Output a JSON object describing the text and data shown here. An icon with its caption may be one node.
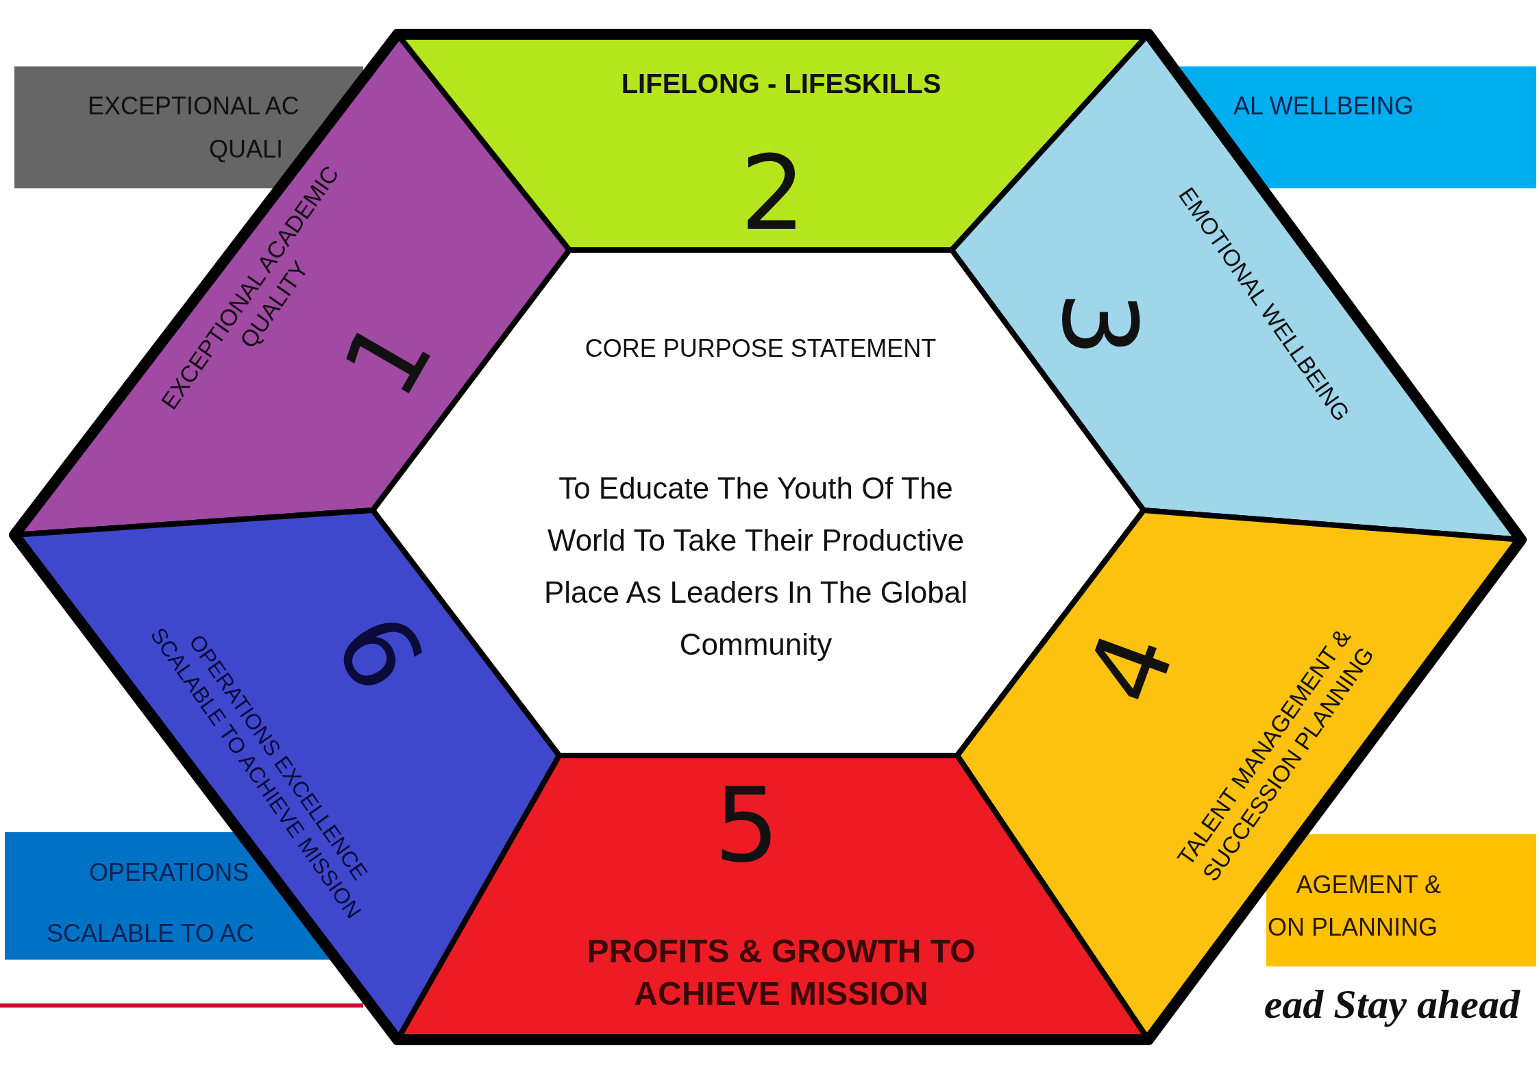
{
  "diagram": {
    "nodes": [
      {
        "text": [
          "EXCEPTIONAL AC",
          "QUALI"
        ]
      },
      {
        "text": [
          "AL WELLBEING"
        ]
      },
      {
        "text": [
          "EXCEPTIONAL ACADEMIC QUALITY",
          "1"
        ]
      },
      {
        "text": [
          "LIFELONG - LIFESKILLS",
          "2"
        ]
      },
      {
        "text": [
          "EMOTIONAL WELLBEING",
          "3"
        ]
      },
      {
        "text": [
          "CORE PURPOSE STATEMENT",
          "To Educate The Youth Of The World To Take Their Productive Place As Leaders In The Global Community"
        ]
      },
      {
        "text": [
          "TALENT MANAGEMENT & SUCCESSION PLANNING",
          "4"
        ]
      },
      {
        "text": [
          "5",
          "PROFITS & GROWTH TO ACHIEVE MISSION"
        ]
      },
      {
        "text": [
          "OPERATIONS EXCELLENCE SCALABLE TO ACHIEVE MISSION",
          "6"
        ]
      },
      {
        "text": [
          "OPERATIONS",
          "SCALABLE TO AC"
        ]
      },
      {
        "text": [
          "AGEMENT &",
          "ON PLANNING"
        ]
      }
    ],
    "labels": [
      "ead Stay ahead"
    ]
  }
}
